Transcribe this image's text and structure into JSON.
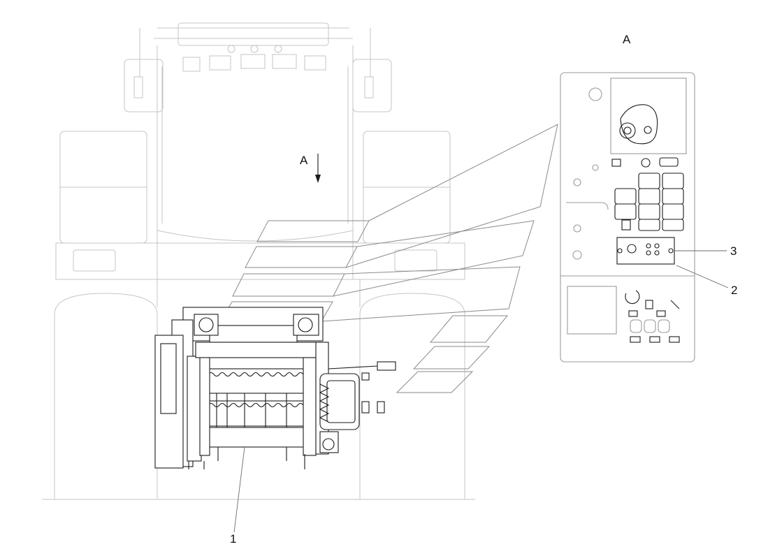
{
  "view_label": "A",
  "section_arrow_label": "A",
  "callouts": {
    "item_1": "1",
    "item_2": "2",
    "item_3": "3"
  },
  "colors": {
    "line_dark": "#1a1a1a",
    "line_faint": "#c4c4c4",
    "background": "#ffffff"
  }
}
